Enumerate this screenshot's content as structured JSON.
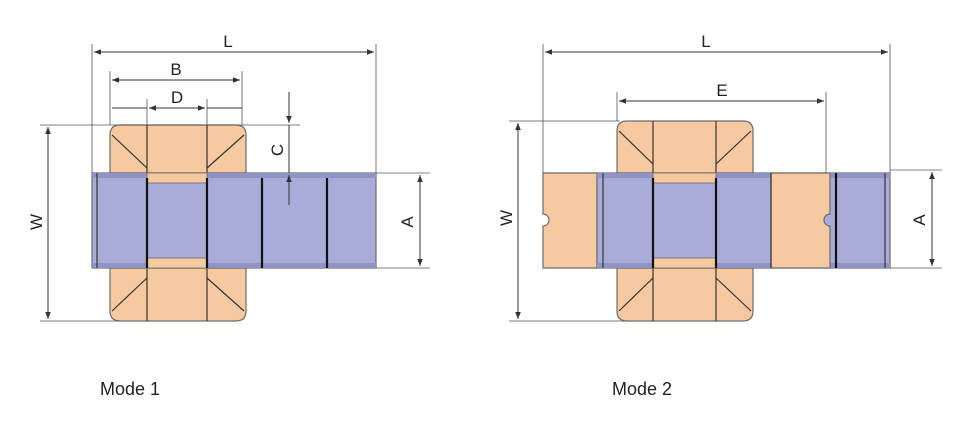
{
  "colors": {
    "panel_blue": "#a8acd8",
    "flap_tan": "#f7c9a0",
    "edge": "#6b6b6b",
    "line": "#333333"
  },
  "mode1": {
    "caption": "Mode 1",
    "labels": {
      "L": "L",
      "B": "B",
      "D": "D",
      "C": "C",
      "W": "W",
      "A": "A"
    }
  },
  "mode2": {
    "caption": "Mode 2",
    "labels": {
      "L": "L",
      "E": "E",
      "W": "W",
      "A": "A"
    }
  }
}
